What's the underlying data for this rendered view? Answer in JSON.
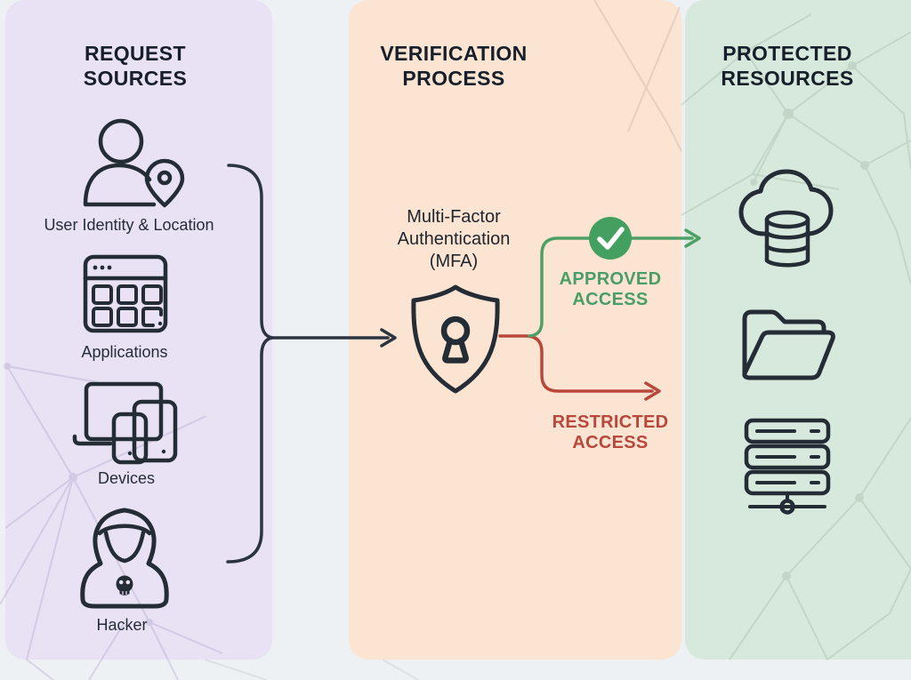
{
  "sources": {
    "title": "REQUEST\nSOURCES",
    "items": [
      {
        "label": "User Identity & Location",
        "icon": "user-location-icon"
      },
      {
        "label": "Applications",
        "icon": "applications-icon"
      },
      {
        "label": "Devices",
        "icon": "devices-icon"
      },
      {
        "label": "Hacker",
        "icon": "hacker-icon"
      }
    ]
  },
  "verification": {
    "title": "VERIFICATION\nPROCESS",
    "mfa_label": "Multi-Factor\nAuthentication\n(MFA)",
    "mfa_icon": "shield-keyhole-icon"
  },
  "outcomes": {
    "approved": {
      "label": "APPROVED\nACCESS",
      "color": "#4a9e63",
      "icon": "check-circle-icon"
    },
    "restricted": {
      "label": "RESTRICTED\nACCESS",
      "color": "#b8473c"
    }
  },
  "resources": {
    "title": "PROTECTED\nRESOURCES",
    "items": [
      {
        "icon": "cloud-database-icon"
      },
      {
        "icon": "folder-icon"
      },
      {
        "icon": "server-icon"
      }
    ]
  },
  "colors": {
    "sources_panel": "#e8e2f4",
    "verification_panel": "#fbe4d2",
    "resources_panel": "#d7e9dc",
    "background": "#eef1f4",
    "outline": "#242c36",
    "connector_neutral": "#2b3440",
    "approved_green": "#4fa066",
    "restricted_red": "#b8473c"
  }
}
